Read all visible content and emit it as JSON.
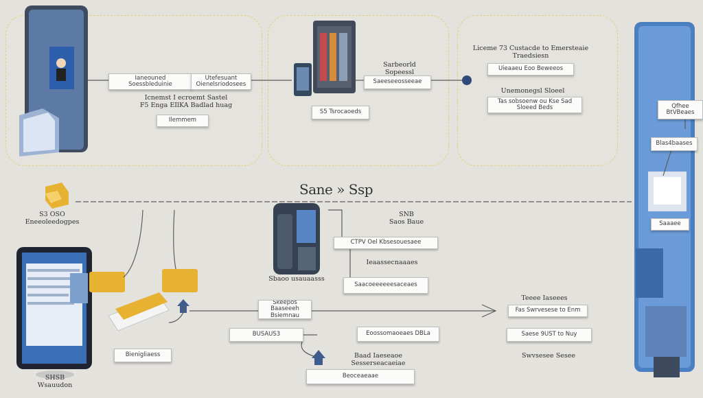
{
  "diagram": {
    "title": "Sane » Ssp",
    "colors": {
      "background": "#e4e2dd",
      "zone_border": "#e6cf74",
      "device_blue": "#4a7fc2",
      "device_dark": "#3f4b5f",
      "folder_gold": "#e7b132",
      "connector": "#5c5c5c"
    },
    "top_left": {
      "box_1": "Ianeouned\nSoessbleduinie",
      "box_2": "Utefesuant\nOienelsriodosees",
      "caption": "Icnemst I ecroemt Sastel\nF5 Enga EIlKA Badlad huag",
      "box_3": "Ilemmem"
    },
    "top_middle": {
      "caption": "Sarbeorld\nSopeessl",
      "box_1": "Saeeseeosseeae",
      "box_2": "S5 Tsrocaoeds"
    },
    "top_right": {
      "caption_1": "Liceme 73 Custacde to Emersteaie\nTraedsiesn",
      "box_1": "Uieaaeu Eoo Beweeos",
      "caption_2": "Unemonegsl Sloeel",
      "box_2": "Tas sobsoenw ou Kse Sad\nSloeed Beds"
    },
    "right_column": {
      "box_1": "Qfhee\nBtVBeaes",
      "box_2": "Blas4baases",
      "box_3": "Saaaee"
    },
    "left_column": {
      "caption_1": "S3 OSO\nEneeoleedogpes",
      "caption_2": "SHSB\nWsauudon",
      "box_1": "Bienigliaess"
    },
    "center": {
      "caption_1": "SNB\nSaos Baue",
      "box_1": "CTPV Oel  Kbsesouesaee",
      "caption_2": "Ieaassecnaaaes",
      "caption_3": "Sbaoo usauaasss",
      "box_2": "Saacoeeeeeesaceaes",
      "box_3": "Skeepos Baaseeeh\nBsiemnau",
      "box_4": "BUSAUS3",
      "box_5": "Eoossomaoeaes DBLa",
      "caption_4": "Baad Iaeseaoe Sesserseacaeiae",
      "box_6": "Beoceaeaae"
    },
    "bottom_right": {
      "caption_1": "Teeee Iaseees",
      "box_1": "Fas Swrvesese to Enm",
      "box_2": "Saese 9UST to Nuy",
      "caption_2": "Swvsesee Sesee"
    }
  }
}
